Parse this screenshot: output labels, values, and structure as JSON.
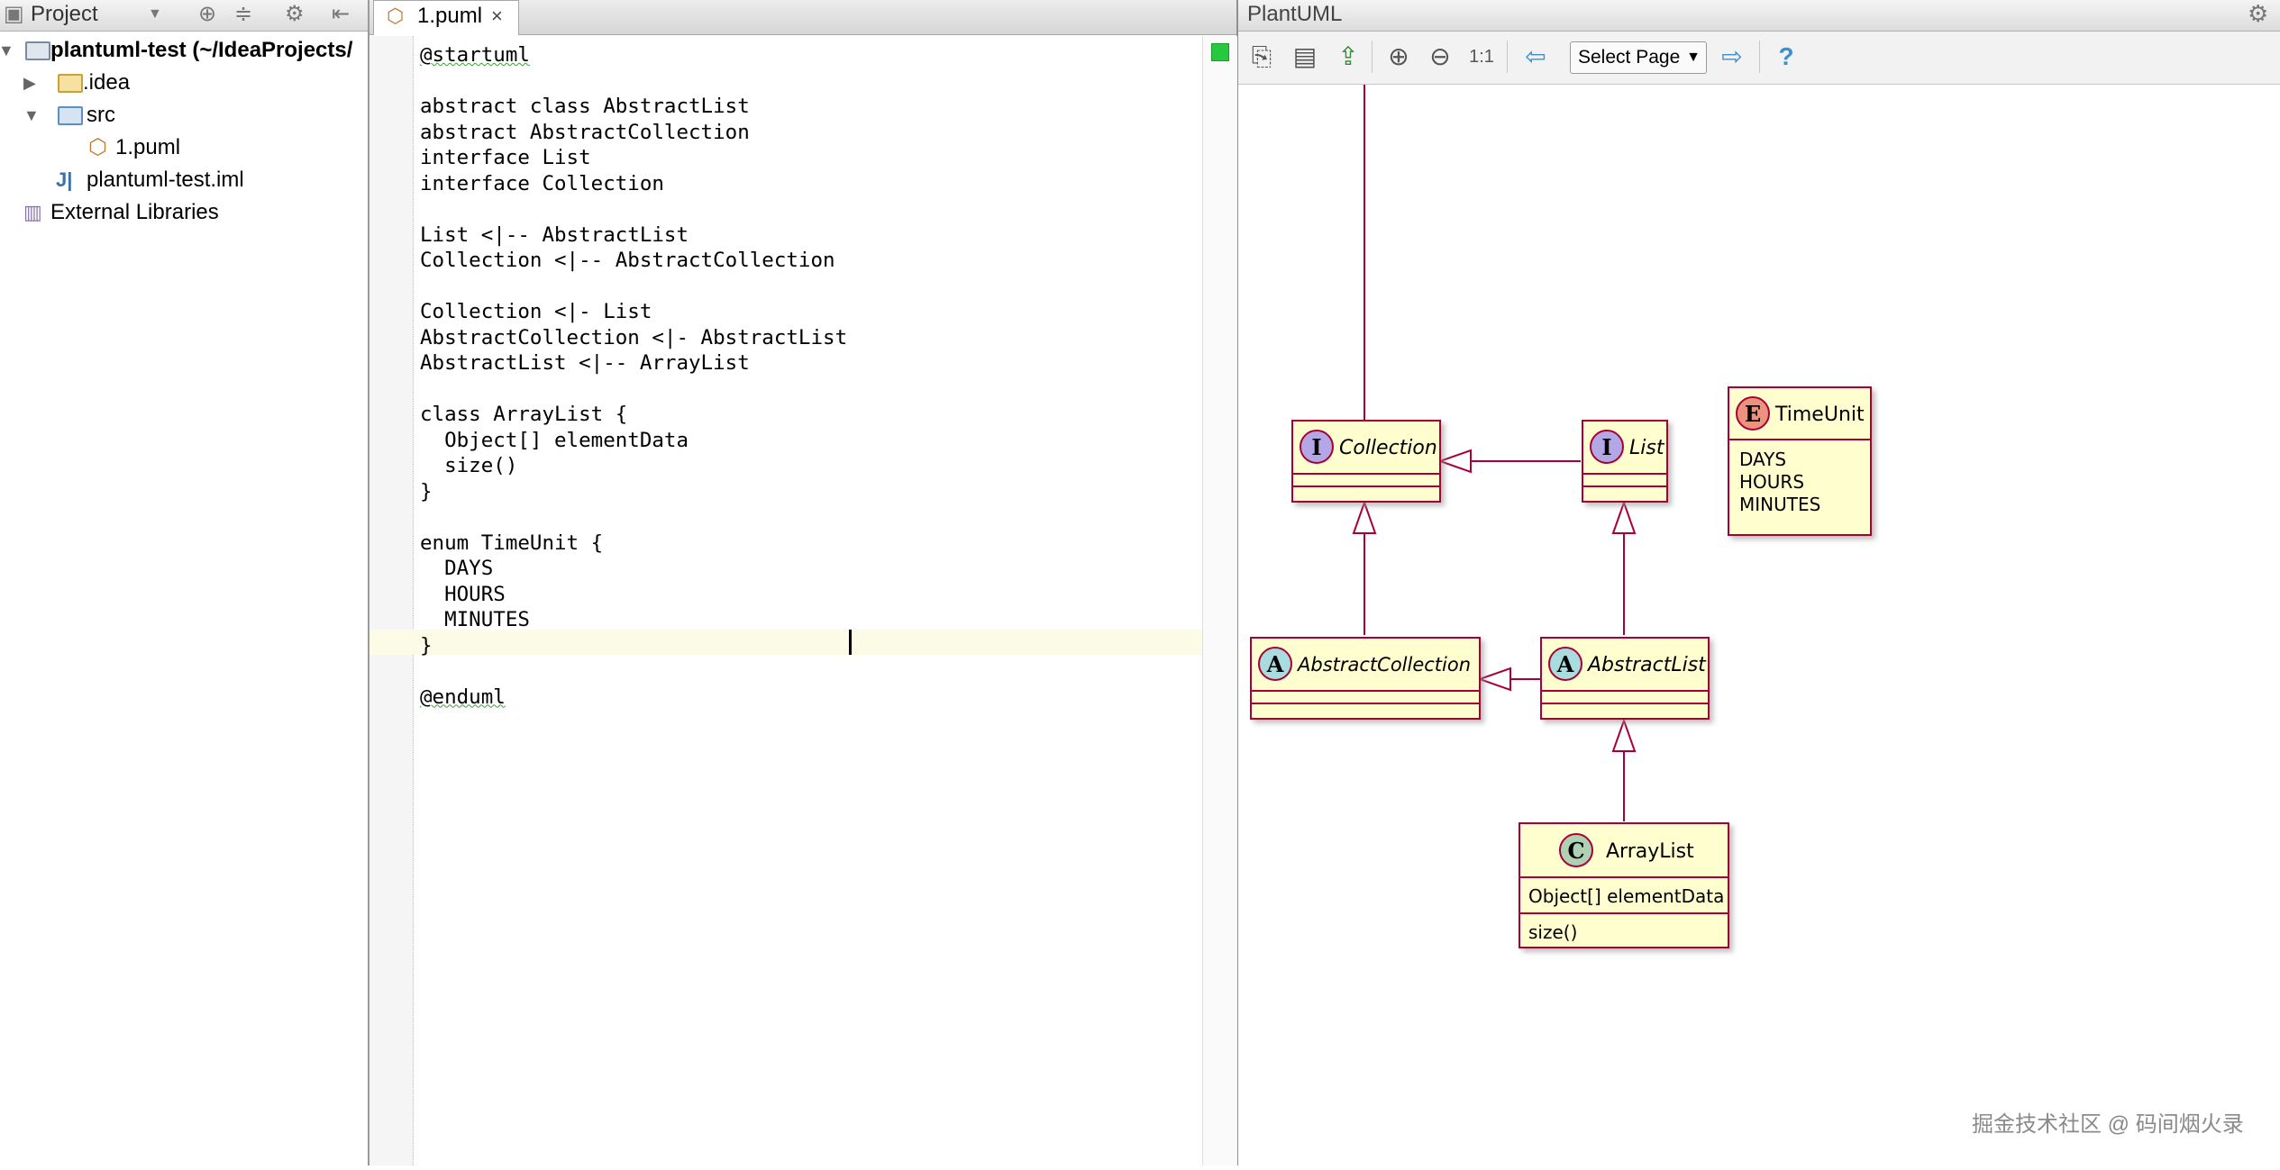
{
  "project_panel": {
    "title": "Project",
    "tree": [
      {
        "label": "plantuml-test (~/IdeaProjects/",
        "type": "module"
      },
      {
        "label": ".idea",
        "type": "folder"
      },
      {
        "label": "src",
        "type": "folder"
      },
      {
        "label": "1.puml",
        "type": "file"
      },
      {
        "label": "plantuml-test.iml",
        "type": "iml"
      },
      {
        "label": "External Libraries",
        "type": "libraries"
      }
    ]
  },
  "editor": {
    "tab": {
      "label": "1.puml",
      "close": "×"
    },
    "lines": [
      "@startuml",
      "",
      "abstract class AbstractList",
      "abstract AbstractCollection",
      "interface List",
      "interface Collection",
      "",
      "List <|-- AbstractList",
      "Collection <|-- AbstractCollection",
      "",
      "Collection <|- List",
      "AbstractCollection <|- AbstractList",
      "AbstractList <|-- ArrayList",
      "",
      "class ArrayList {",
      "  Object[] elementData",
      "  size()",
      "}",
      "",
      "enum TimeUnit {",
      "  DAYS",
      "  HOURS",
      "  MINUTES",
      "}",
      "",
      "@enduml"
    ]
  },
  "plantuml": {
    "title": "PlantUML",
    "select_page": "Select Page",
    "help": "?",
    "diagram": {
      "collection": {
        "stereotype": "I",
        "name": "Collection"
      },
      "list": {
        "stereotype": "I",
        "name": "List"
      },
      "abstract_collection": {
        "stereotype": "A",
        "name": "AbstractCollection"
      },
      "abstract_list": {
        "stereotype": "A",
        "name": "AbstractList"
      },
      "array_list": {
        "stereotype": "C",
        "name": "ArrayList",
        "field": "Object[] elementData",
        "method": "size()"
      },
      "time_unit": {
        "stereotype": "E",
        "name": "TimeUnit",
        "values": [
          "DAYS",
          "HOURS",
          "MINUTES"
        ]
      }
    },
    "colors": {
      "box_fill": "#fefece",
      "box_border": "#a80036",
      "arrow": "#a80036",
      "interface_circle": "#b4a7e5",
      "abstract_circle": "#a9dcdf",
      "class_circle": "#add1b2",
      "enum_circle": "#eb937f"
    }
  },
  "watermark": "掘金技术社区 @ 码间烟火录"
}
